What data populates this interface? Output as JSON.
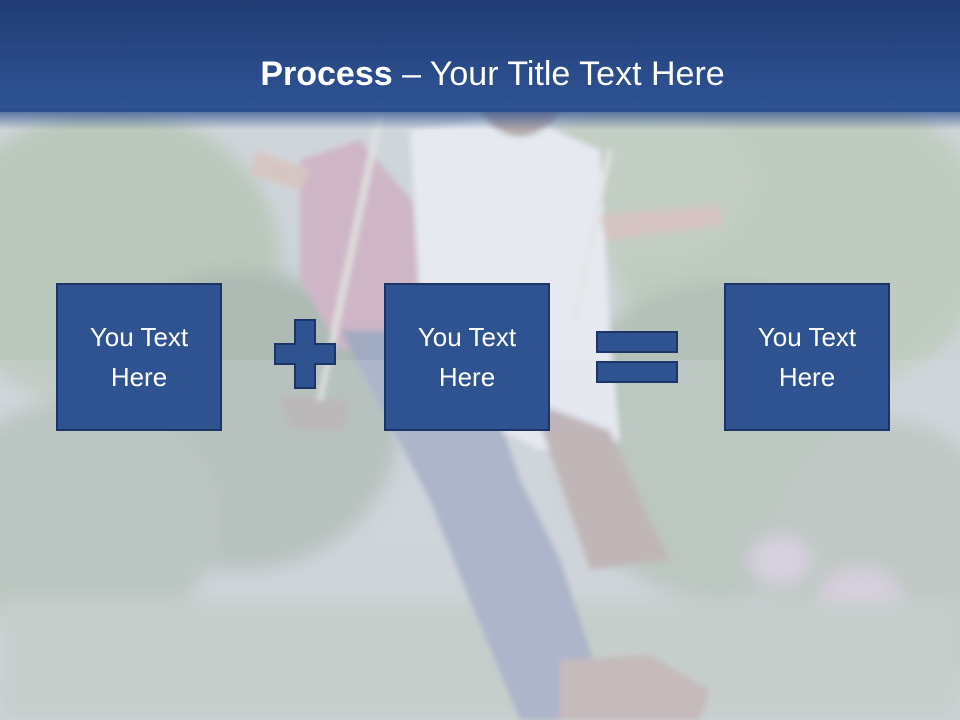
{
  "slide": {
    "title_bold": "Process",
    "title_rest": " – Your Title Text Here",
    "boxes": [
      {
        "text": "You Text Here"
      },
      {
        "text": "You Text Here"
      },
      {
        "text": "You Text Here"
      }
    ],
    "operators": {
      "plus": "plus-icon",
      "equals": "equals-icon"
    }
  },
  "colors": {
    "title_bar": "#2b4d8c",
    "box_fill": "#2f5291",
    "box_border": "#1b3566",
    "text": "#ffffff",
    "background_tint": "#dfe4ee"
  },
  "background_photo": "children-on-swing-outdoors"
}
